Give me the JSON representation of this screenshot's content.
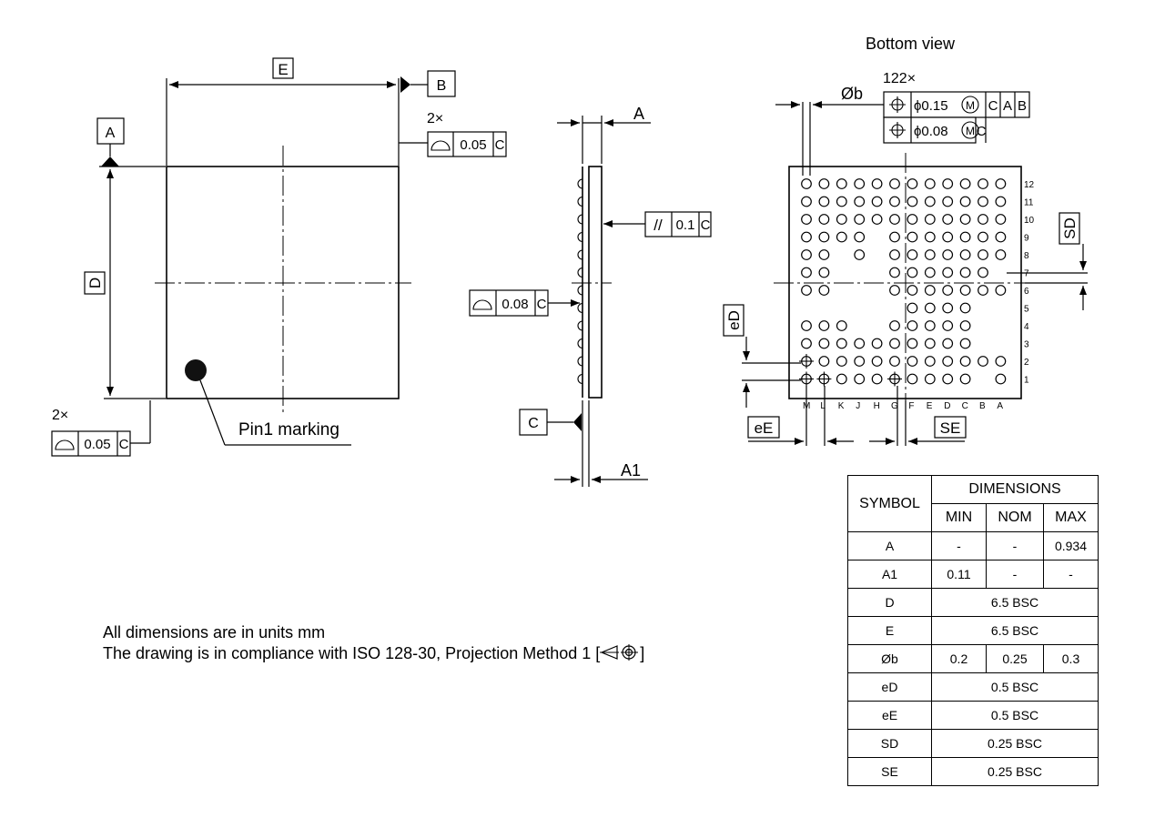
{
  "top_view": {
    "dim_E": "E",
    "dim_D": "D",
    "datum_A": "A",
    "datum_B": "B",
    "count_2x_top": "2×",
    "count_2x_bottom": "2×",
    "fcf_top": {
      "value": "0.05",
      "datum": "C"
    },
    "fcf_bottom": {
      "value": "0.05",
      "datum": "C"
    },
    "pin1_label": "Pin1 marking"
  },
  "side_view": {
    "dim_A": "A",
    "dim_A1": "A1",
    "datum_C": "C",
    "fcf_parallel": {
      "symbol": "//",
      "value": "0.1",
      "datum": "C"
    },
    "fcf_profile": {
      "value": "0.08",
      "datum": "C"
    }
  },
  "bottom_view": {
    "title": "Bottom view",
    "ball_count": "122×",
    "ball_dia_label": "Øb",
    "fcf_row1": {
      "dia": "ϕ0.15",
      "mod": "M",
      "datums": [
        "C",
        "A",
        "B"
      ]
    },
    "fcf_row2": {
      "dia": "ϕ0.08",
      "mod": "M",
      "datums": [
        "C"
      ]
    },
    "row_labels": [
      "12",
      "11",
      "10",
      "9",
      "8",
      "7",
      "6",
      "5",
      "4",
      "3",
      "2",
      "1"
    ],
    "col_labels": [
      "M",
      "L",
      "K",
      "J",
      "H",
      "G",
      "F",
      "E",
      "D",
      "C",
      "B",
      "A"
    ],
    "dim_SD": "SD",
    "dim_eD": "eD",
    "dim_eE": "eE",
    "dim_SE": "SE",
    "ball_rows": [
      [
        1,
        1,
        1,
        1,
        1,
        1,
        1,
        1,
        1,
        1,
        1,
        1
      ],
      [
        1,
        1,
        1,
        1,
        1,
        1,
        1,
        1,
        1,
        1,
        1,
        1
      ],
      [
        1,
        1,
        1,
        1,
        1,
        1,
        1,
        1,
        1,
        1,
        1,
        1
      ],
      [
        1,
        1,
        1,
        1,
        0,
        1,
        1,
        1,
        1,
        1,
        1,
        1
      ],
      [
        1,
        1,
        0,
        1,
        0,
        1,
        1,
        1,
        1,
        1,
        1,
        1
      ],
      [
        1,
        1,
        0,
        0,
        0,
        1,
        1,
        1,
        1,
        1,
        1,
        0
      ],
      [
        1,
        1,
        0,
        0,
        0,
        1,
        1,
        1,
        1,
        1,
        1,
        1
      ],
      [
        0,
        0,
        0,
        0,
        0,
        0,
        1,
        1,
        1,
        1,
        0,
        0
      ],
      [
        1,
        1,
        1,
        0,
        0,
        1,
        1,
        1,
        1,
        1,
        0,
        0
      ],
      [
        1,
        1,
        1,
        1,
        1,
        1,
        1,
        1,
        1,
        1,
        0,
        0
      ],
      [
        1,
        1,
        1,
        1,
        1,
        1,
        1,
        1,
        1,
        1,
        1,
        1
      ],
      [
        1,
        1,
        1,
        1,
        1,
        1,
        1,
        1,
        1,
        1,
        0,
        1
      ]
    ]
  },
  "notes": {
    "line1": "All dimensions are in units mm",
    "line2_prefix": "The drawing is in compliance with ISO 128-30, Projection Method 1 [",
    "line2_suffix": "]"
  },
  "table": {
    "h_symbol": "SYMBOL",
    "h_dimensions": "DIMENSIONS",
    "h_min": "MIN",
    "h_nom": "NOM",
    "h_max": "MAX",
    "rows": [
      {
        "symbol": "A",
        "min": "-",
        "nom": "-",
        "max": "0.934"
      },
      {
        "symbol": "A1",
        "min": "0.11",
        "nom": "-",
        "max": "-"
      },
      {
        "symbol": "D",
        "span": "6.5 BSC"
      },
      {
        "symbol": "E",
        "span": "6.5 BSC"
      },
      {
        "symbol": "Øb",
        "min": "0.2",
        "nom": "0.25",
        "max": "0.3"
      },
      {
        "symbol": "eD",
        "span": "0.5 BSC"
      },
      {
        "symbol": "eE",
        "span": "0.5 BSC"
      },
      {
        "symbol": "SD",
        "span": "0.25 BSC"
      },
      {
        "symbol": "SE",
        "span": "0.25 BSC"
      }
    ]
  }
}
